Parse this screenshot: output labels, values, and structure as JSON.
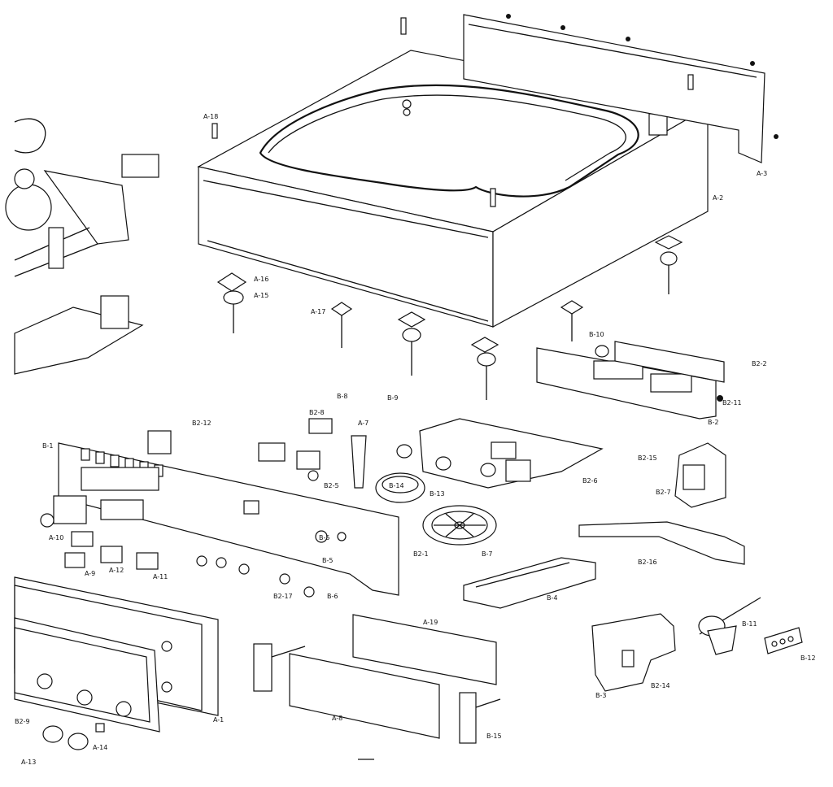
{
  "diagram": {
    "labels": {
      "a1": "A-1",
      "a2": "A-2",
      "a3": "A-3",
      "a7": "A-7",
      "a8": "A-8",
      "a9": "A-9",
      "a10": "A-10",
      "a11": "A-11",
      "a12": "A-12",
      "a13": "A-13",
      "a14": "A-14",
      "a15": "A-15",
      "a16": "A-16",
      "a17": "A-17",
      "a18": "A-18",
      "a19": "A-19",
      "b1": "B-1",
      "b2": "B-2",
      "b3": "B-3",
      "b4": "B-4",
      "b5": "B-5",
      "b6": "B-6",
      "b7": "B-7",
      "b8": "B-8",
      "b9": "B-9",
      "b10": "B-10",
      "b11": "B-11",
      "b12": "B-12",
      "b13": "B-13",
      "b14": "B-14",
      "b15": "B-15",
      "b2_1": "B2-1",
      "b2_2": "B2-2",
      "b2_5": "B2-5",
      "b2_6": "B2-6",
      "b2_7": "B2-7",
      "b2_8": "B2-8",
      "b2_9": "B2-9",
      "b2_11": "B2-11",
      "b2_12": "B2-12",
      "b2_14": "B2-14",
      "b2_15": "B2-15",
      "b2_16": "B2-16",
      "b2_17": "B2-17"
    },
    "ink_color": "#111111",
    "paper_color": "#ffffff"
  }
}
